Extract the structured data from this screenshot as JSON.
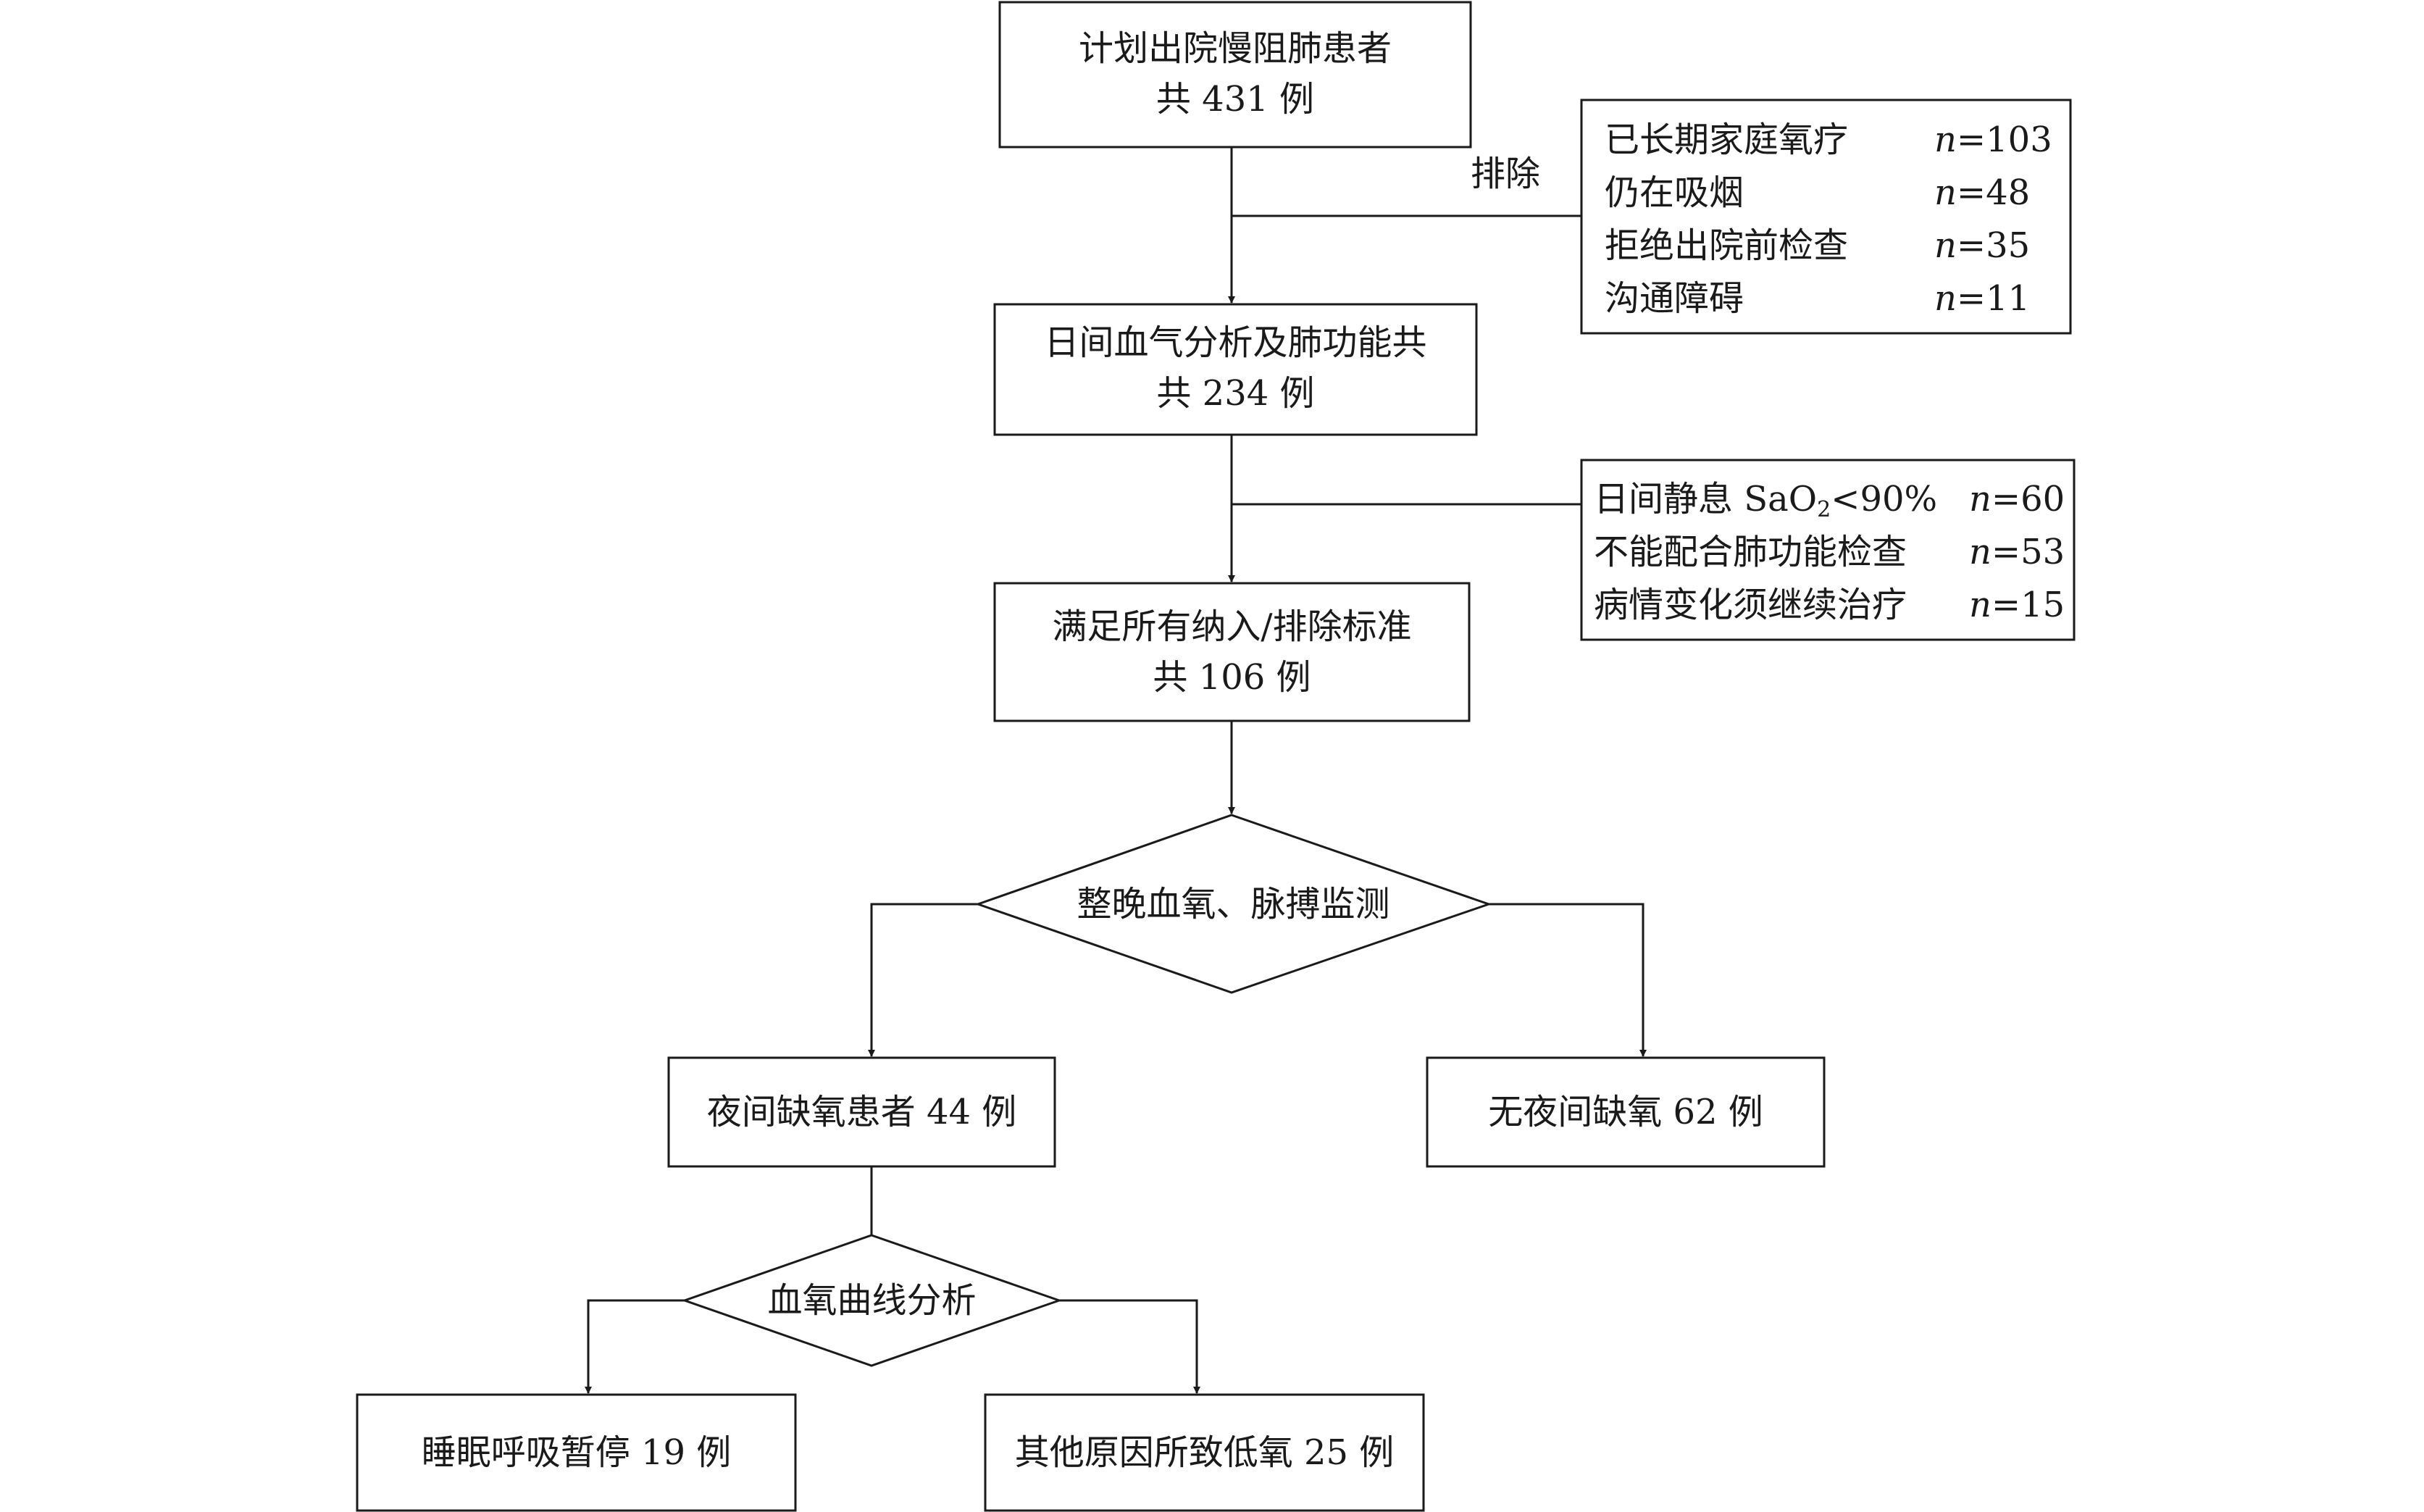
{
  "boxes": {
    "start": {
      "line1": "计划出院慢阻肺患者",
      "line2": "共 431 例"
    },
    "assessed": {
      "line1": "日间血气分析及肺功能共",
      "line2": "共 234 例"
    },
    "eligible": {
      "line1": "满足所有纳入/排除标准",
      "line2": "共 106 例"
    },
    "monitoring": {
      "label": "整晚血氧、脉搏监测"
    },
    "hypoxia": {
      "label": "夜间缺氧患者 44 例"
    },
    "no_hypoxia": {
      "label": "无夜间缺氧 62 例"
    },
    "curve": {
      "label": "血氧曲线分析"
    },
    "apnea": {
      "label": "睡眠呼吸暂停 19 例"
    },
    "other": {
      "label": "其他原因所致低氧 25 例"
    }
  },
  "exclude_label": "排除",
  "exclusions_1": [
    {
      "reason": "已长期家庭氧疗",
      "n_var": "n",
      "n_val": "=103"
    },
    {
      "reason": "仍在吸烟",
      "n_var": "n",
      "n_val": "=48"
    },
    {
      "reason": "拒绝出院前检查",
      "n_var": "n",
      "n_val": "=35"
    },
    {
      "reason": "沟通障碍",
      "n_var": "n",
      "n_val": "=11"
    }
  ],
  "exclusions_2": [
    {
      "reason": "日间静息 SaO",
      "sub": "2",
      "reason_tail": "<90%",
      "n_var": "n",
      "n_val": "=60"
    },
    {
      "reason": "不能配合肺功能检查",
      "n_var": "n",
      "n_val": "=53"
    },
    {
      "reason": "病情变化须继续治疗",
      "n_var": "n",
      "n_val": "=15"
    }
  ]
}
